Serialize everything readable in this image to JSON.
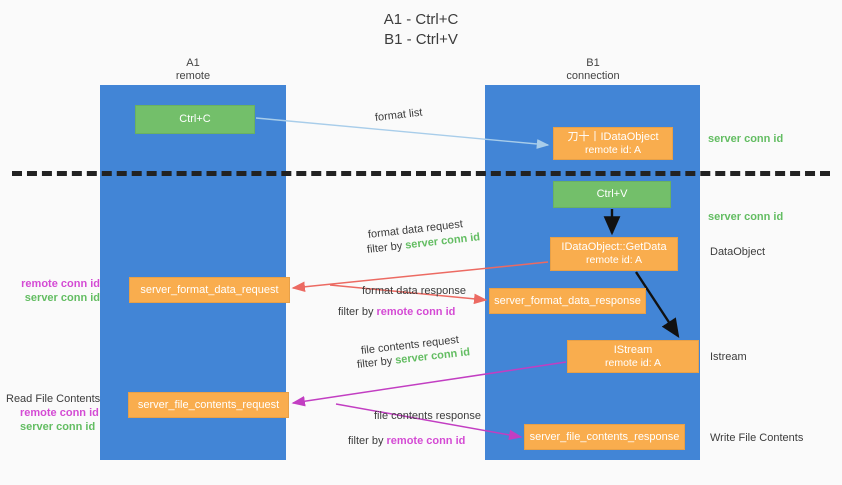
{
  "title": {
    "line1": "A1 - Ctrl+C",
    "line2": "B1 - Ctrl+V"
  },
  "lanes": [
    {
      "name": "A1",
      "subtitle": "remote",
      "color": "#4285d6"
    },
    {
      "name": "B1",
      "subtitle": "connection",
      "color": "#4285d6"
    }
  ],
  "colors": {
    "lane": "#4285d6",
    "orange": "#f9ad4e",
    "green_box": "#73bf6a",
    "server_conn_id": "#63bd62",
    "remote_conn_id": "#d44bd4",
    "arrow_blue": "#a8cdea",
    "arrow_red": "#ec6a62",
    "arrow_magenta": "#c23ec2",
    "arrow_dark": "#1a1a1a",
    "divider": "#222222",
    "background": "#fafafa"
  },
  "boxes": {
    "ctrl_c": {
      "label": "Ctrl+C",
      "kind": "green"
    },
    "idataobject": {
      "line1": "⼑⼗丨IDataObject",
      "line2": "remote id: A",
      "kind": "orange"
    },
    "ctrl_v": {
      "label": "Ctrl+V",
      "kind": "green"
    },
    "getdata": {
      "line1": "IDataObject::GetData",
      "line2": "remote id: A",
      "kind": "orange"
    },
    "istream": {
      "line1": "IStream",
      "line2": "remote id: A",
      "kind": "orange"
    },
    "server_format_data_request": {
      "label": "server_format_data_request",
      "kind": "orange"
    },
    "server_format_data_response": {
      "label": "server_format_data_response",
      "kind": "orange"
    },
    "server_file_contents_request": {
      "label": "server_file_contents_request",
      "kind": "orange"
    },
    "server_file_contents_response": {
      "label": "server_file_contents_response",
      "kind": "orange"
    }
  },
  "edge_labels": {
    "format_list": "format list",
    "format_data_request": "format data request",
    "format_data_request_filter_prefix": "filter by ",
    "format_data_request_filter_key": "server conn id",
    "format_data_response": "format data response",
    "format_data_response_filter_prefix": "filter by ",
    "format_data_response_filter_key": "remote conn id",
    "file_contents_request": "file contents request",
    "file_contents_request_filter_prefix": "filter by ",
    "file_contents_request_filter_key": "server conn id",
    "file_contents_response": "file contents response",
    "file_contents_response_filter_prefix": "filter by ",
    "file_contents_response_filter_key": "remote conn id"
  },
  "side_labels": {
    "server_conn_id_top": "server conn id",
    "server_conn_id_mid": "server conn id",
    "dataobject": "DataObject",
    "istream": "Istream",
    "write_file_contents": "Write File Contents",
    "read_file_contents": "Read File Contents",
    "remote_conn_id": "remote conn id",
    "server_conn_id": "server conn id"
  }
}
